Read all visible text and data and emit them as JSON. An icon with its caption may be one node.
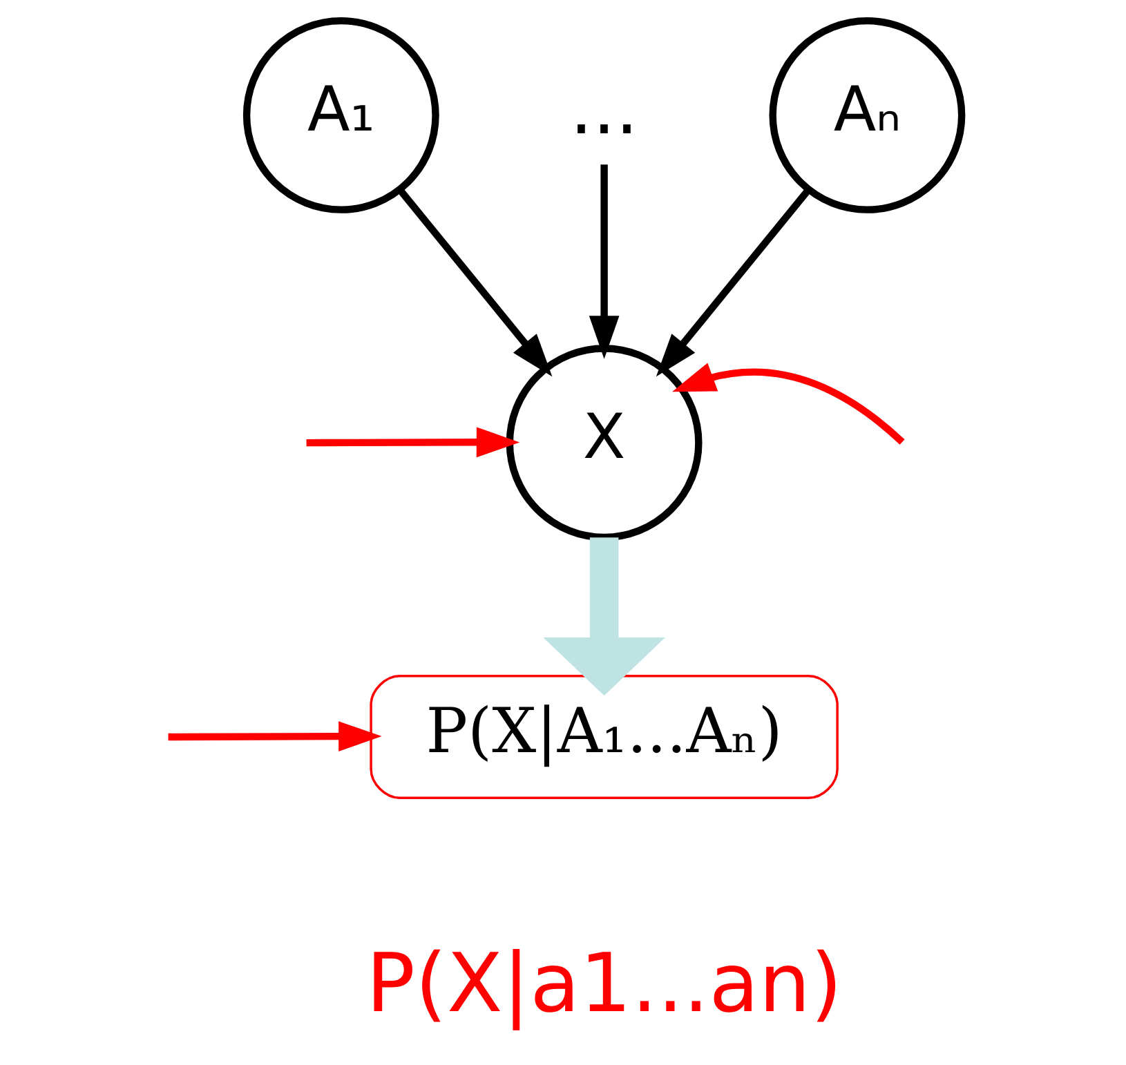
{
  "diagram": {
    "nodes": [
      {
        "text": [
          "A₁"
        ]
      },
      {
        "text": [
          "..."
        ]
      },
      {
        "text": [
          "Aₙ"
        ]
      },
      {
        "text": [
          "X"
        ]
      },
      {
        "text": [
          "P(X|A₁...Aₙ)"
        ]
      }
    ],
    "edges": [
      {
        "from": 0,
        "to": 3,
        "arrow": "to"
      },
      {
        "from": 1,
        "to": 3,
        "arrow": "to"
      },
      {
        "from": 2,
        "to": 3,
        "arrow": "to"
      },
      {
        "from": 3,
        "to": 4,
        "arrow": "to",
        "style": "thick",
        "color": "#bfe3e3"
      },
      {
        "from": null,
        "to": 3,
        "arrow": "to",
        "color": "#ff0000"
      },
      {
        "from": null,
        "to": 3,
        "arrow": "to",
        "color": "#ff0000"
      },
      {
        "from": null,
        "to": 4,
        "arrow": "to",
        "color": "#ff0000"
      }
    ],
    "labels": [
      "P(X|a1...an)"
    ]
  }
}
